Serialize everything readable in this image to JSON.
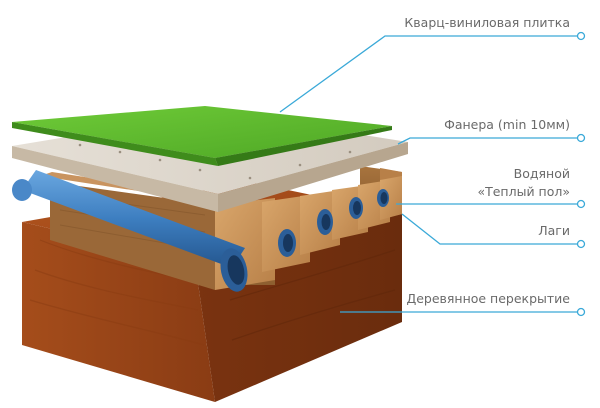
{
  "diagram": {
    "accent_color": "#3aa9d8",
    "layers": {
      "vinyl_tile": {
        "label": "Кварц-виниловая плитка",
        "color": "#5fbd2e"
      },
      "plywood": {
        "label": "Фанера (min 10мм)",
        "color": "#dcd5cb"
      },
      "heated_floor": {
        "label_line1": "Водяной",
        "label_line2": "«Теплый пол»",
        "color": "#3d7ec0"
      },
      "joists": {
        "label": "Лаги",
        "color": "#c9955a"
      },
      "wood_slab": {
        "label": "Деревянное перекрытие",
        "color": "#a24c1b"
      }
    }
  }
}
